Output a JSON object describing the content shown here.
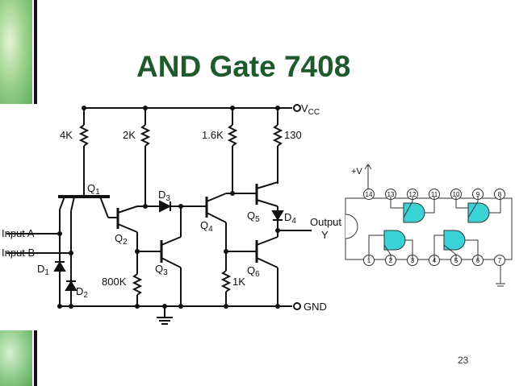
{
  "slide": {
    "title": "AND Gate 7408",
    "page_number": "23"
  },
  "circuit": {
    "vcc_label": "V",
    "vcc_sub": "CC",
    "gnd_label": "GND",
    "input_a": "Input A",
    "input_b": "Input B",
    "output_label": "Output",
    "output_y": "Y",
    "resistors": [
      "4K",
      "2K",
      "1.6K",
      "130",
      "800K",
      "1K"
    ],
    "transistors": [
      "Q",
      "Q",
      "Q",
      "Q",
      "Q",
      "Q"
    ],
    "transistor_subs": [
      "1",
      "2",
      "3",
      "4",
      "5",
      "6"
    ],
    "diodes": [
      "D",
      "D",
      "D",
      "D"
    ],
    "diode_subs": [
      "1",
      "2",
      "3",
      "4"
    ]
  },
  "chip": {
    "supply_label": "+V",
    "top_pins": [
      "14",
      "13",
      "12",
      "11",
      "10",
      "9",
      "8"
    ],
    "bottom_pins": [
      "1",
      "2",
      "3",
      "4",
      "5",
      "6",
      "7"
    ]
  },
  "colors": {
    "title": "#1e5a2c",
    "gate_fill": "#39d3d7"
  }
}
